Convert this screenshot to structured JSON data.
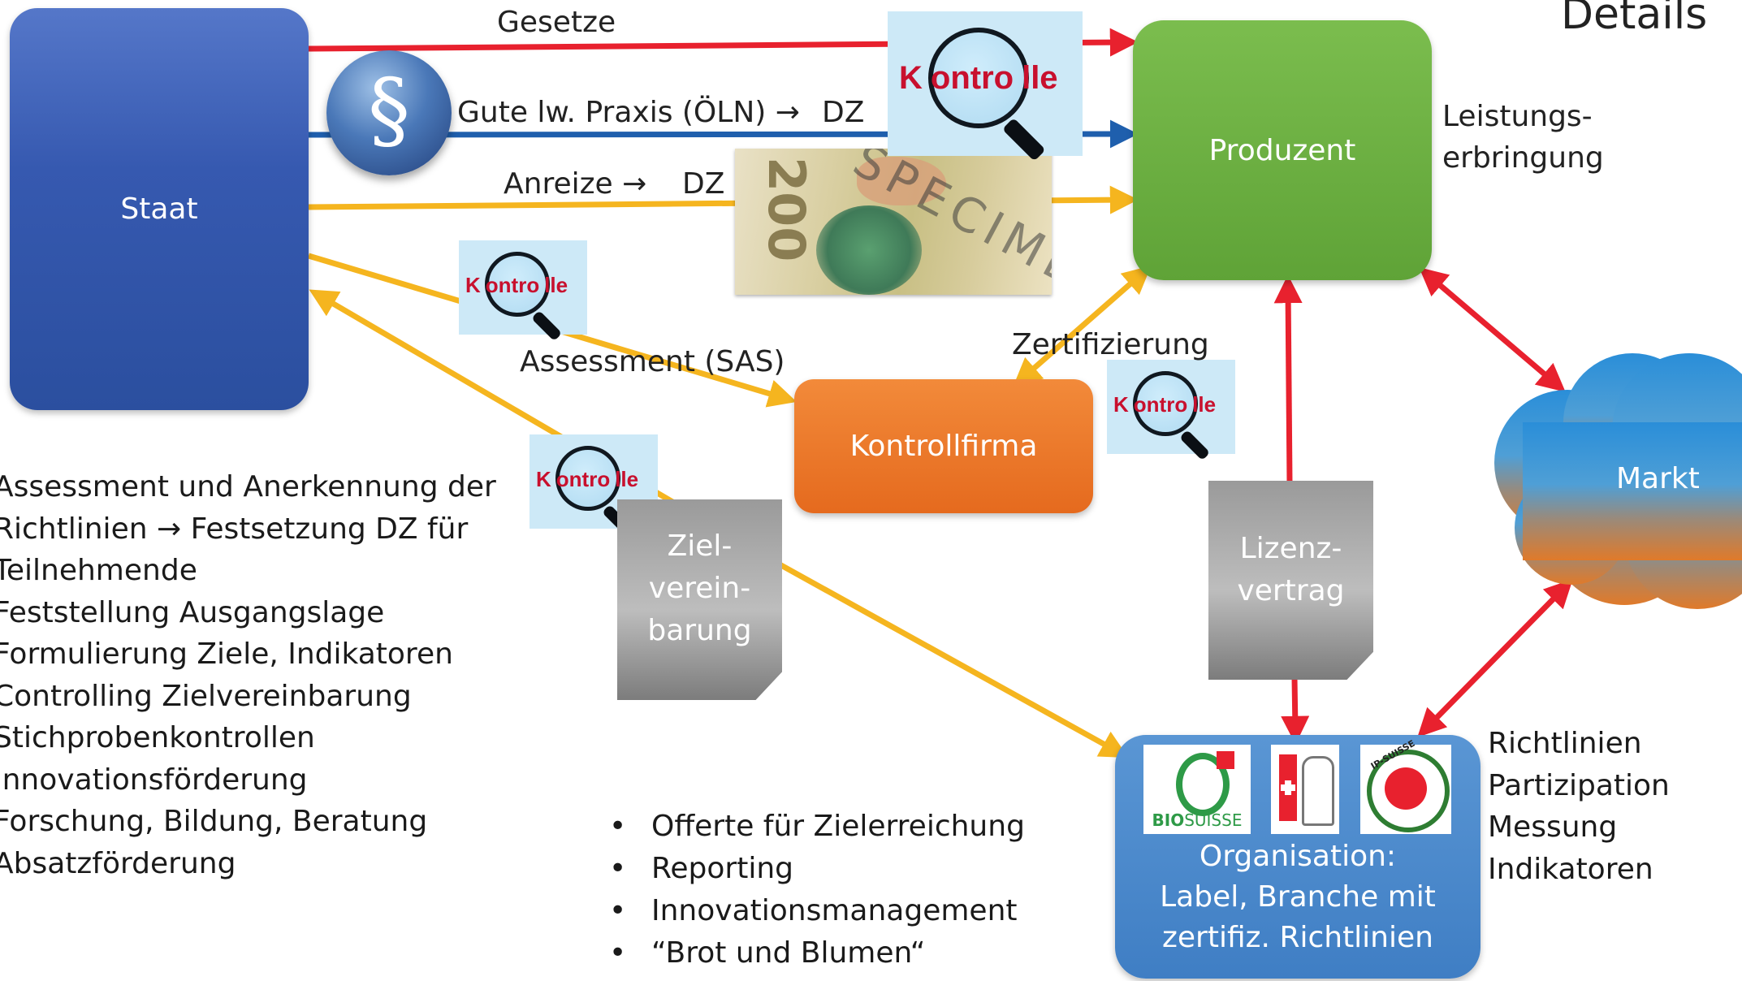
{
  "header": {
    "title": "Details"
  },
  "nodes": {
    "staat": "Staat",
    "produzent": "Produzent",
    "kontrollfirma": "Kontrollfirma",
    "markt": "Markt",
    "organisation": [
      "Organisation:",
      "Label, Branche mit",
      "zertifiz. Richtlinien"
    ]
  },
  "arrows": {
    "gesetze": "Gesetze",
    "gute_praxis": "Gute lw. Praxis (ÖLN) →",
    "gute_praxis_dz": "DZ",
    "anreize": "Anreize →",
    "anreize_dz": "DZ",
    "assessment": "Assessment (SAS)",
    "zertifizierung": "Zertifizierung",
    "leistungserbringung": [
      "Leistungs-",
      "erbringung"
    ]
  },
  "documents": {
    "zielvereinbarung": [
      "Ziel-",
      "verein-",
      "barung"
    ],
    "lizenzvertrag": [
      "Lizenz-",
      "vertrag"
    ]
  },
  "kontrolle": {
    "prefix": "K",
    "core": "ontro",
    "suffix": "lle"
  },
  "paragraph_symbol": "§",
  "banknote": {
    "denomination": "200",
    "overlay": "SPECIMEN"
  },
  "logos": {
    "bio_strong": "BIO",
    "bio_rest": "SUISSE",
    "ip_suisse": "IP-SUISSE"
  },
  "left_list": [
    "Assessment und Anerkennung der",
    "Richtlinien →     Festsetzung DZ für",
    "Teilnehmende",
    "Feststellung Ausgangslage",
    "Formulierung Ziele, Indikatoren",
    "Controlling Zielvereinbarung",
    "Stichprobenkontrollen",
    "Innovationsförderung",
    "Forschung, Bildung, Beratung",
    "Absatzförderung"
  ],
  "bullets": [
    "Offerte für Zielerreichung",
    "Reporting",
    "Innovationsmanagement",
    "“Brot und Blumen“"
  ],
  "right_list": [
    "Richtlinien",
    "Partizipation",
    "Messung",
    "Indikatoren"
  ],
  "colors": {
    "red": "#e8212e",
    "blue": "#1f5fad",
    "yellow": "#f5b51f",
    "staat": "#2e58a8",
    "produzent": "#6aad3c",
    "kontrollfirma": "#ef7a2a",
    "organisation": "#4a86c8"
  }
}
